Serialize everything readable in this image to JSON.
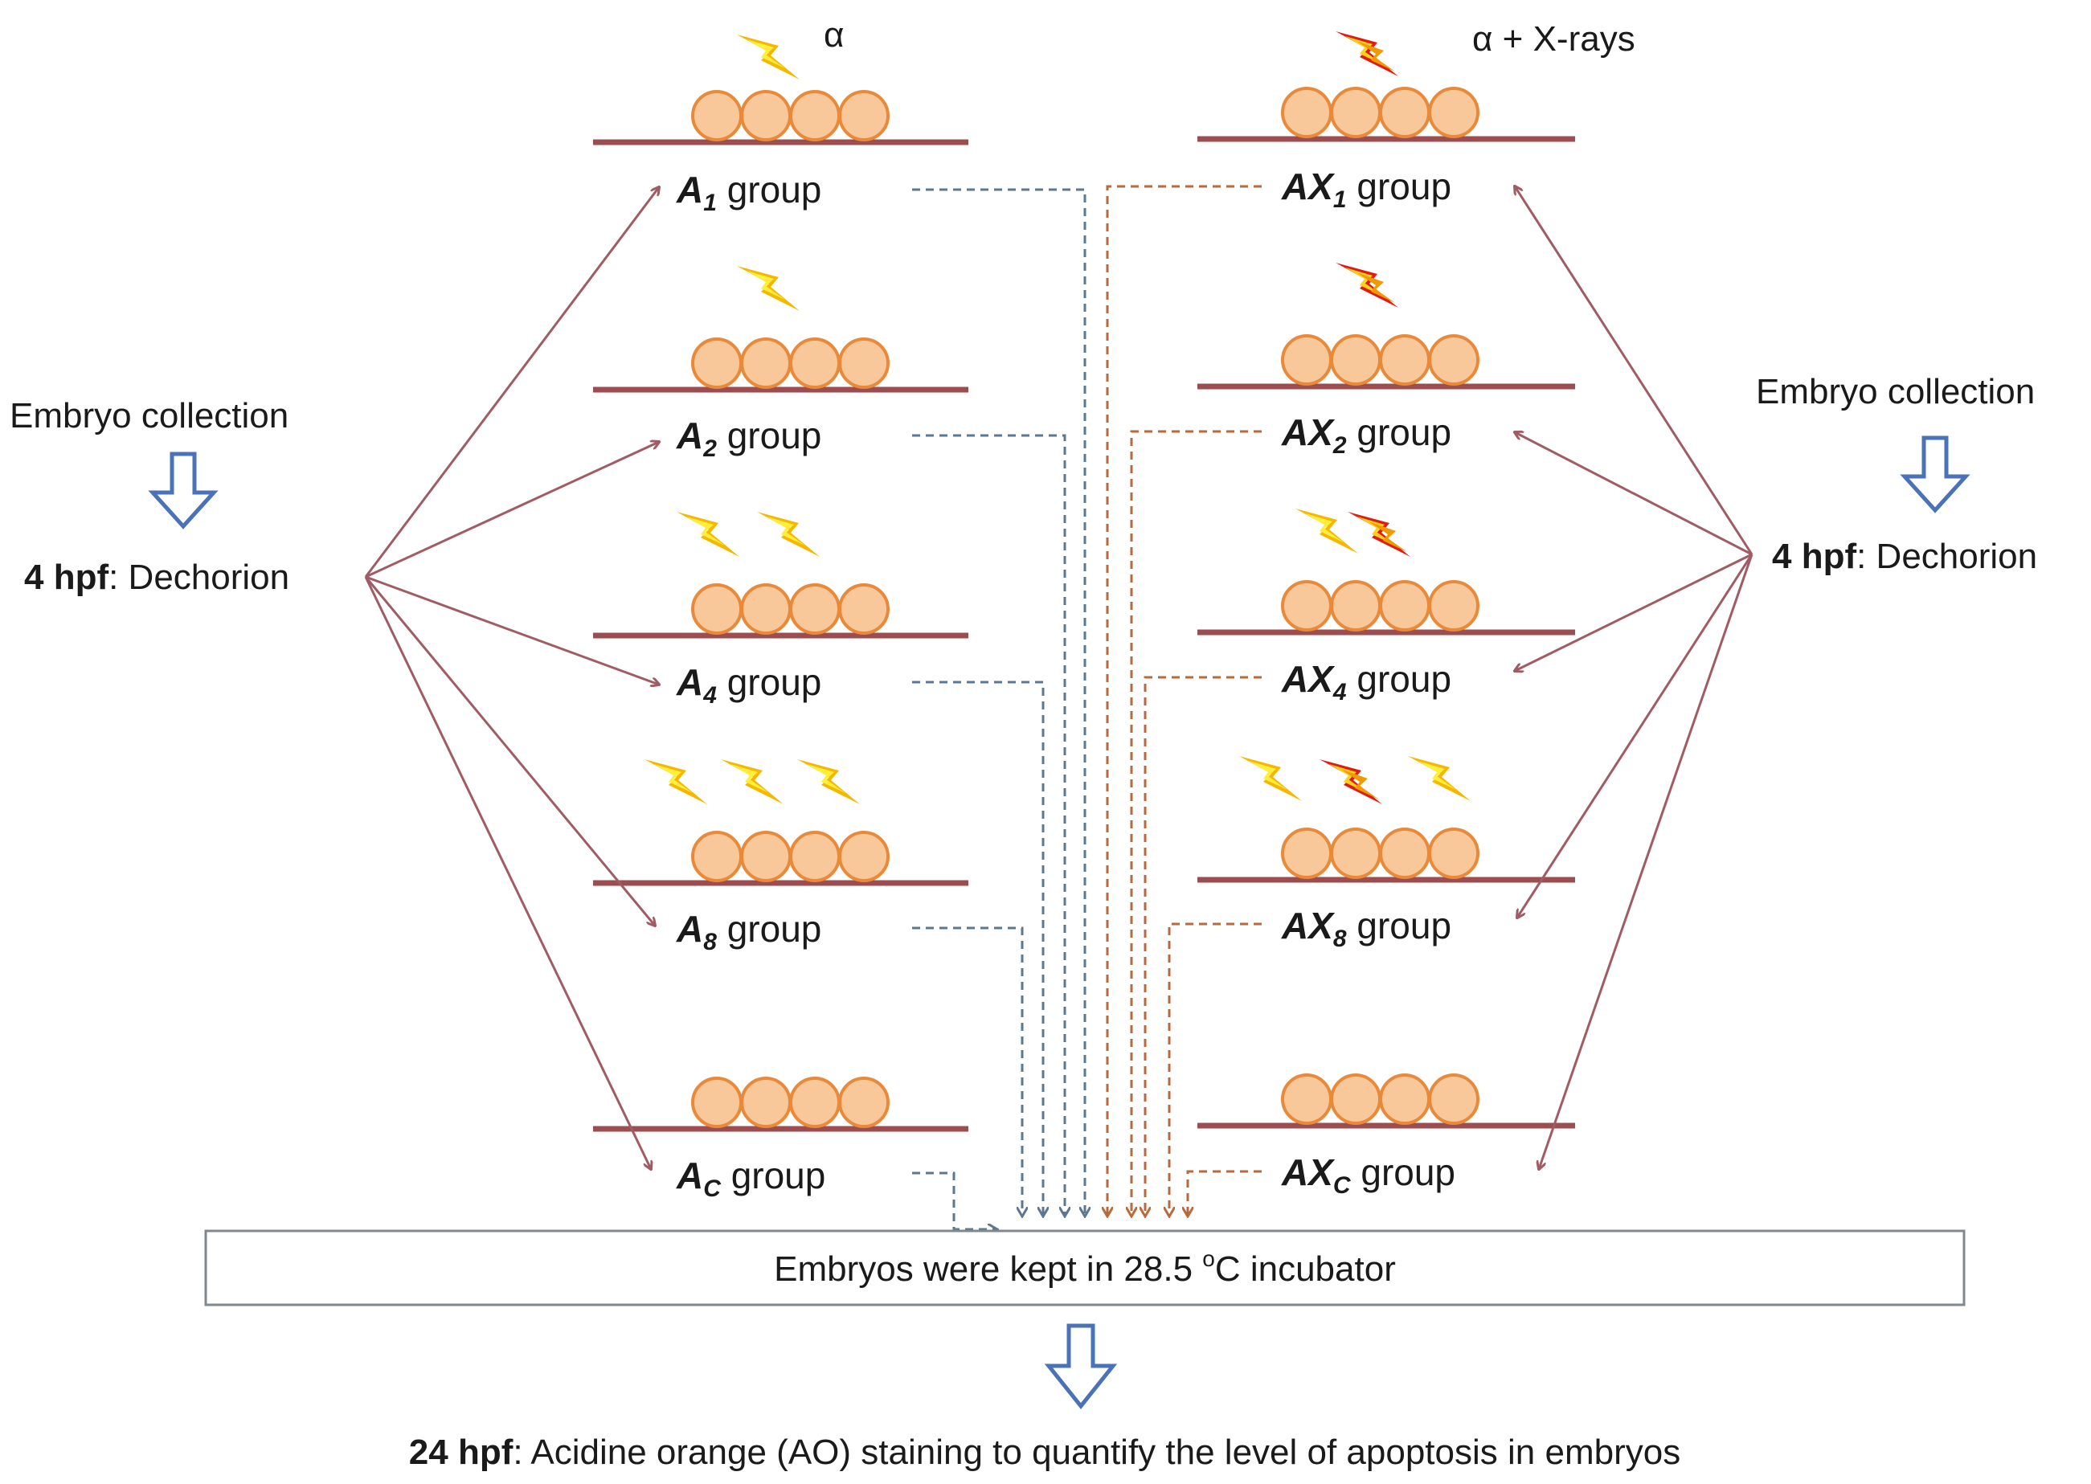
{
  "columns": {
    "left": {
      "header": "α",
      "groups": [
        {
          "prefix": "A",
          "sub": "1",
          "suffix": "group",
          "bolts": 1
        },
        {
          "prefix": "A",
          "sub": "2",
          "suffix": "group",
          "bolts": 1
        },
        {
          "prefix": "A",
          "sub": "4",
          "suffix": "group",
          "bolts": 2
        },
        {
          "prefix": "A",
          "sub": "8",
          "suffix": "group",
          "bolts": 3
        },
        {
          "prefix": "A",
          "sub": "C",
          "suffix": "group",
          "bolts": 0
        }
      ]
    },
    "right": {
      "header": "α + X-rays",
      "groups": [
        {
          "prefix": "AX",
          "sub": "1",
          "suffix": "group",
          "bolts": 1
        },
        {
          "prefix": "AX",
          "sub": "2",
          "suffix": "group",
          "bolts": 1
        },
        {
          "prefix": "AX",
          "sub": "4",
          "suffix": "group",
          "bolts": 2
        },
        {
          "prefix": "AX",
          "sub": "8",
          "suffix": "group",
          "bolts": 3
        },
        {
          "prefix": "AX",
          "sub": "C",
          "suffix": "group",
          "bolts": 0
        }
      ]
    }
  },
  "left_side": {
    "collection": "Embryo collection",
    "stage_bold": "4 hpf",
    "stage_rest": ": Dechorion"
  },
  "right_side": {
    "collection": "Embryo collection",
    "stage_bold": "4 hpf",
    "stage_rest": ": Dechorion"
  },
  "incubator": {
    "text_before": "Embryos were kept in 28.5 ",
    "degree": "o",
    "text_after": "C incubator"
  },
  "final_step": {
    "bold": "24 hpf",
    "rest": ": Acidine orange (AO) staining to quantify the level of apoptosis in embryos"
  },
  "icons": {
    "alpha_beam": "lightning-bolt-yellow-icon",
    "xray_beam": "lightning-bolt-red-icon",
    "flow_arrow": "hollow-down-arrow-icon"
  },
  "colors": {
    "alpha_bolt": "#f5b700",
    "xray_bolt": "#e01c10",
    "embryo_fill": "#f8c89a",
    "embryo_edge": "#e88a3a",
    "plate": "#9b4d50",
    "fan_arrows": "#a05c64",
    "dashed_alpha": "#5c7790",
    "dashed_xray": "#b96a3c",
    "down_arrow": "#4a72b8"
  }
}
